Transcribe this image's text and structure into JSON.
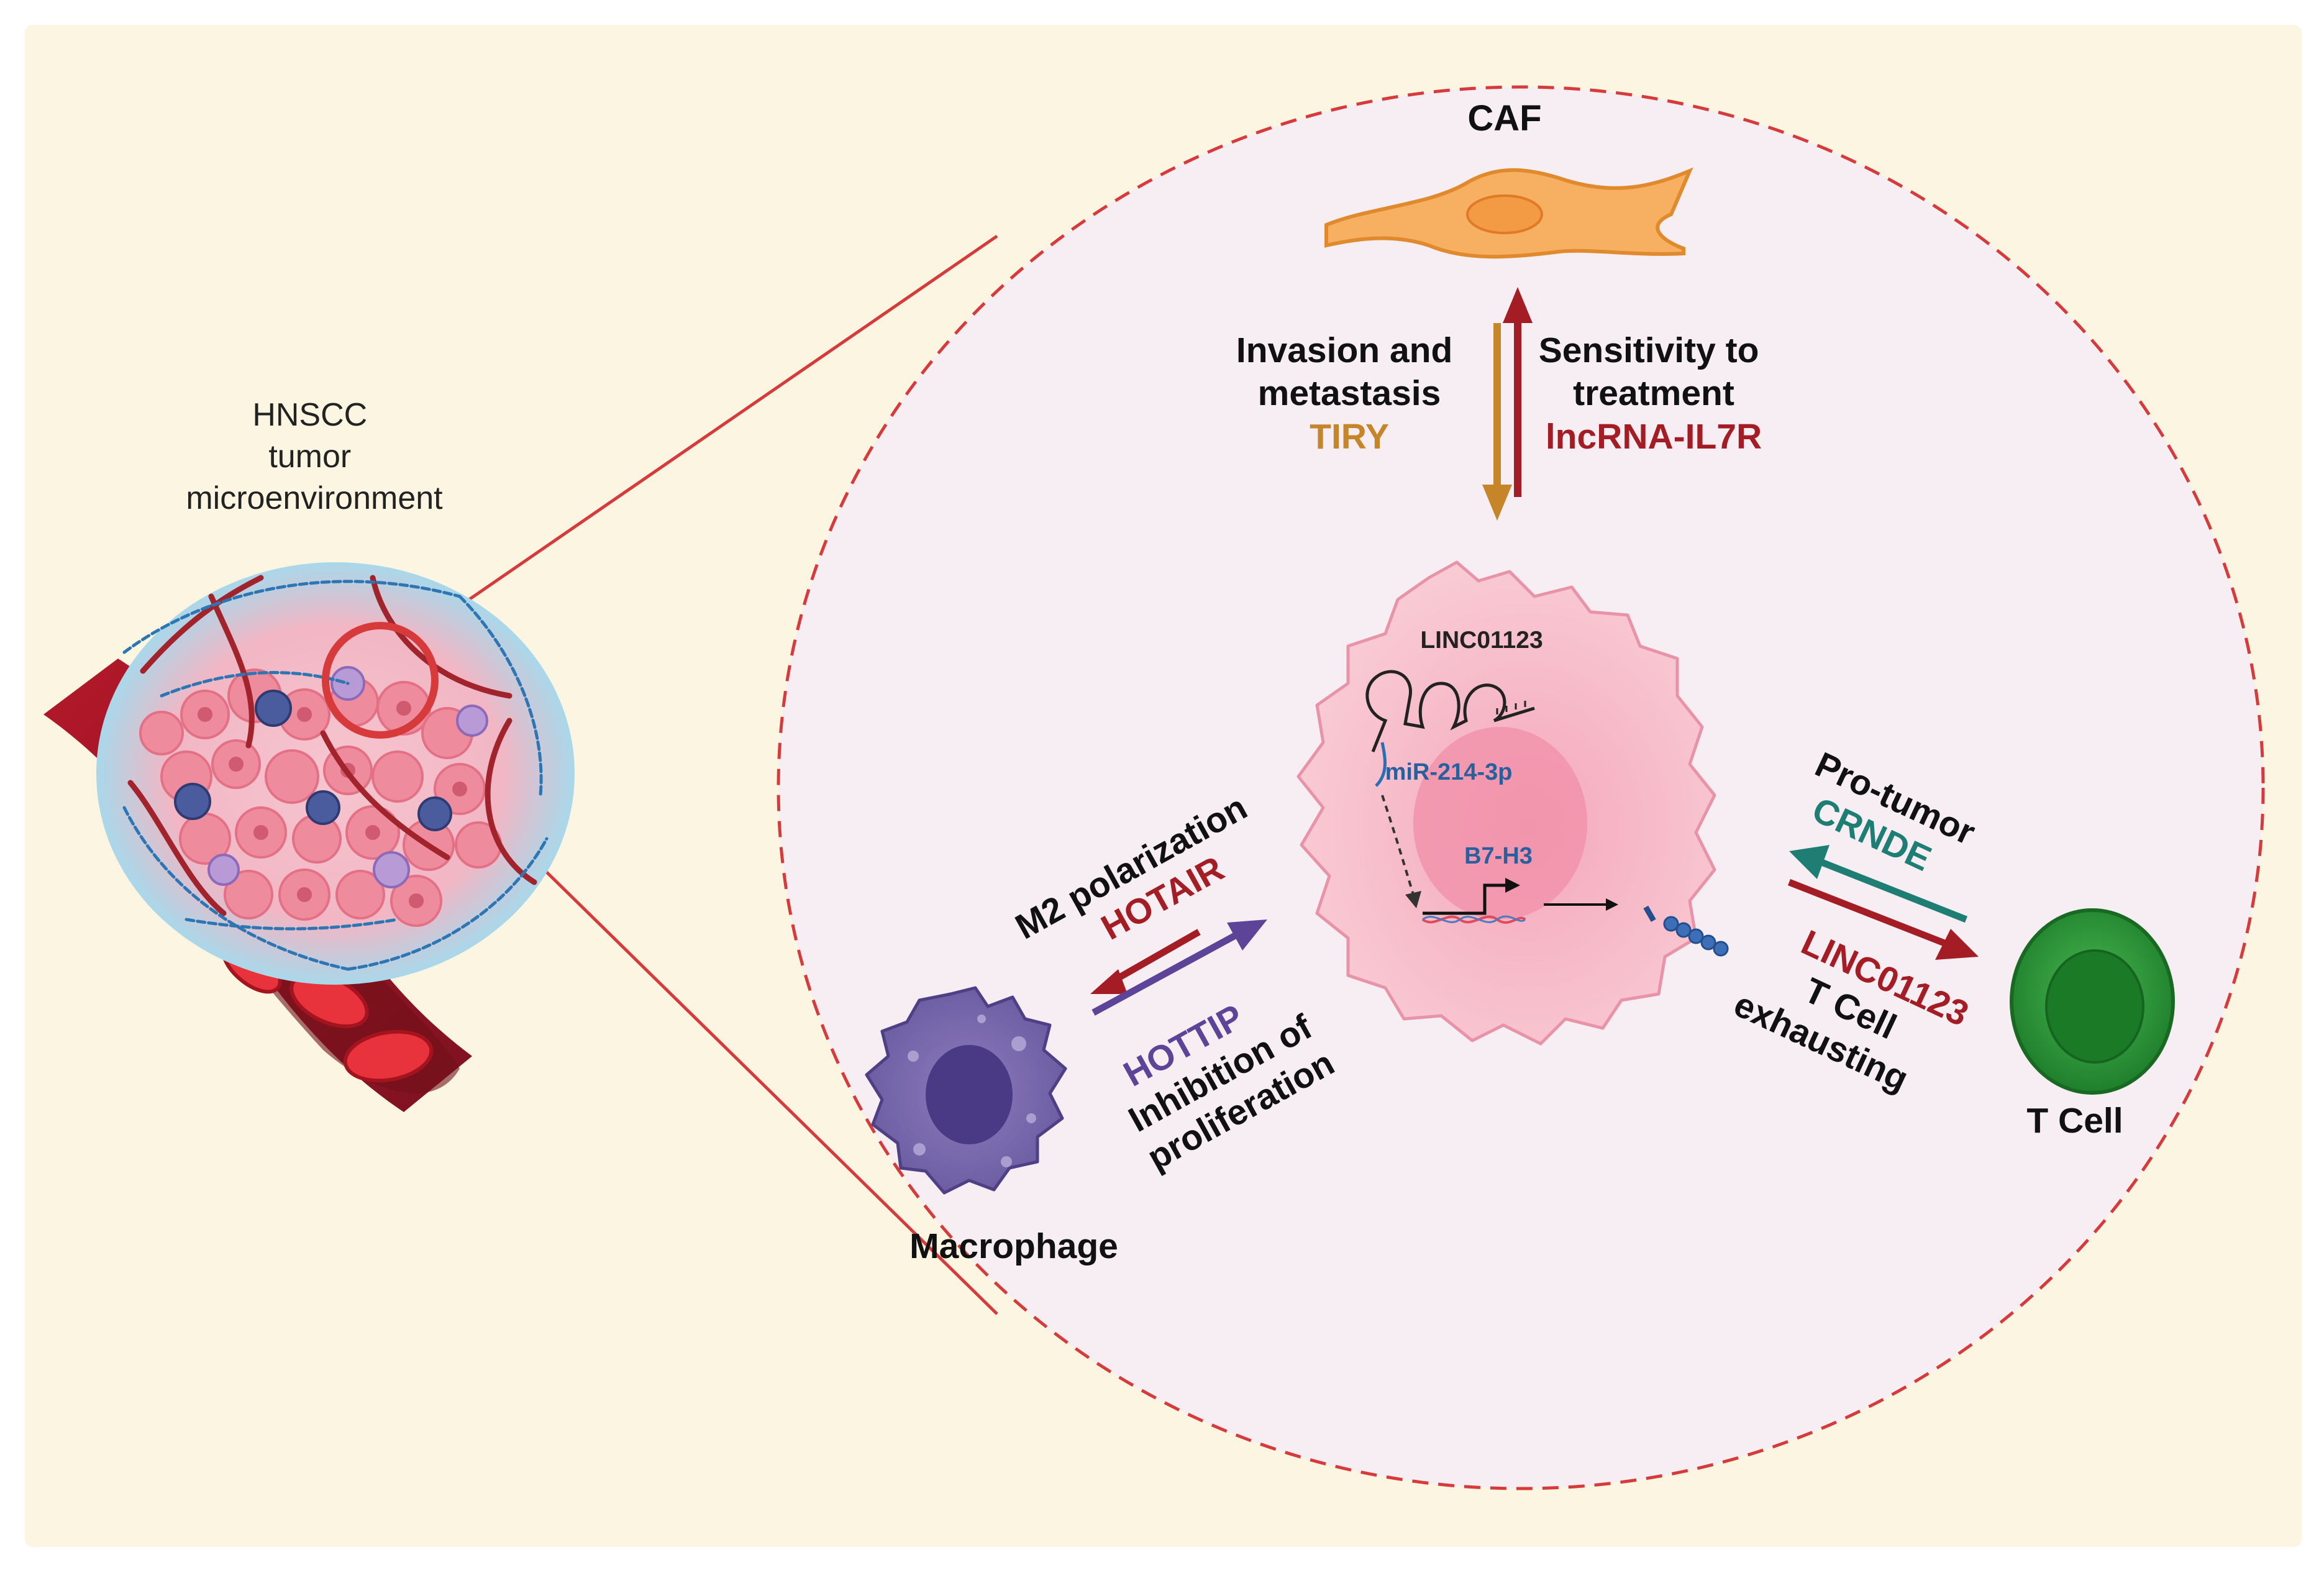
{
  "colors": {
    "panel_bg": "#fcf5e1",
    "zoom_bg": "#f6eef3",
    "zoom_border": "#d63a3a",
    "red_arrow": "#a41d25",
    "gold_arrow": "#c7852a",
    "purple_arrow": "#5e4499",
    "teal_arrow": "#1f7e74",
    "caf_fill": "#f7b062",
    "tumor_fill": "#f7c5cf",
    "macrophage_fill": "#7a6aad",
    "tcell_fill": "#3aa847",
    "blood_red": "#c32331"
  },
  "labels": {
    "tme_title": [
      "HNSCC",
      "tumor",
      "microenvironment"
    ],
    "caf": "CAF",
    "caf_left": [
      "Invasion and",
      "metastasis"
    ],
    "caf_left_gene": "TIRY",
    "caf_right": [
      "Sensitivity to",
      "treatment"
    ],
    "caf_right_gene": "lncRNA-IL7R",
    "linc": "LINC01123",
    "mir": "miR-214-3p",
    "b7": "B7-H3",
    "mac_top": "M2 polarization",
    "mac_top_gene": "HOTAIR",
    "mac_bottom_gene": "HOTTIP",
    "mac_bottom": [
      "Inhibition of",
      "proliferation"
    ],
    "macrophage": "Macrophage",
    "t_top": "Pro-tumor",
    "t_top_gene": "CRNDE",
    "t_bottom_gene": "LINC01123",
    "t_bottom": [
      "T Cell",
      "exhausting"
    ],
    "tcell": "T Cell"
  },
  "icons": [
    "blood-vessel-icon",
    "tumor-spheroid-icon",
    "fibroblast-icon",
    "tumor-cell-icon",
    "rna-hairpin-icon",
    "macrophage-icon",
    "t-cell-icon",
    "protein-chain-icon"
  ]
}
